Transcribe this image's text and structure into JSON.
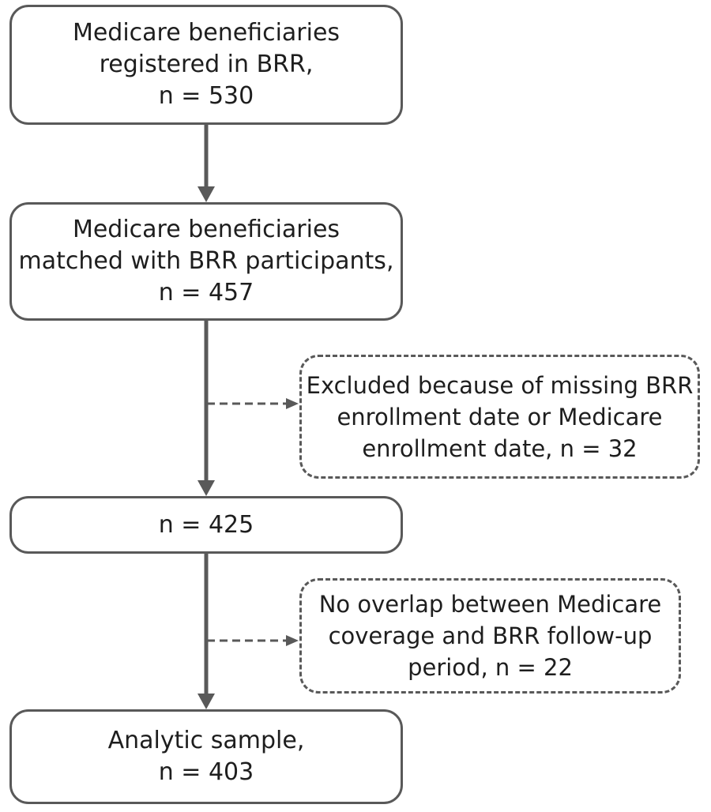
{
  "flowchart": {
    "boxes": {
      "registered": "Medicare beneficiaries\nregistered in BRR,\nn = 530",
      "matched": "Medicare beneficiaries\nmatched with BRR participants,\nn = 457",
      "after_exclusion": "n = 425",
      "analytic_sample": "Analytic sample,\nn = 403"
    },
    "exclusions": {
      "missing_dates": "Excluded because of missing BRR\nenrollment date or Medicare\nenrollment date,  n = 32",
      "no_overlap": "No overlap between Medicare\ncoverage and BRR follow-up\nperiod, n = 22"
    }
  },
  "colors": {
    "line": "#595959",
    "text": "#1e1e1e",
    "background": "#ffffff"
  }
}
